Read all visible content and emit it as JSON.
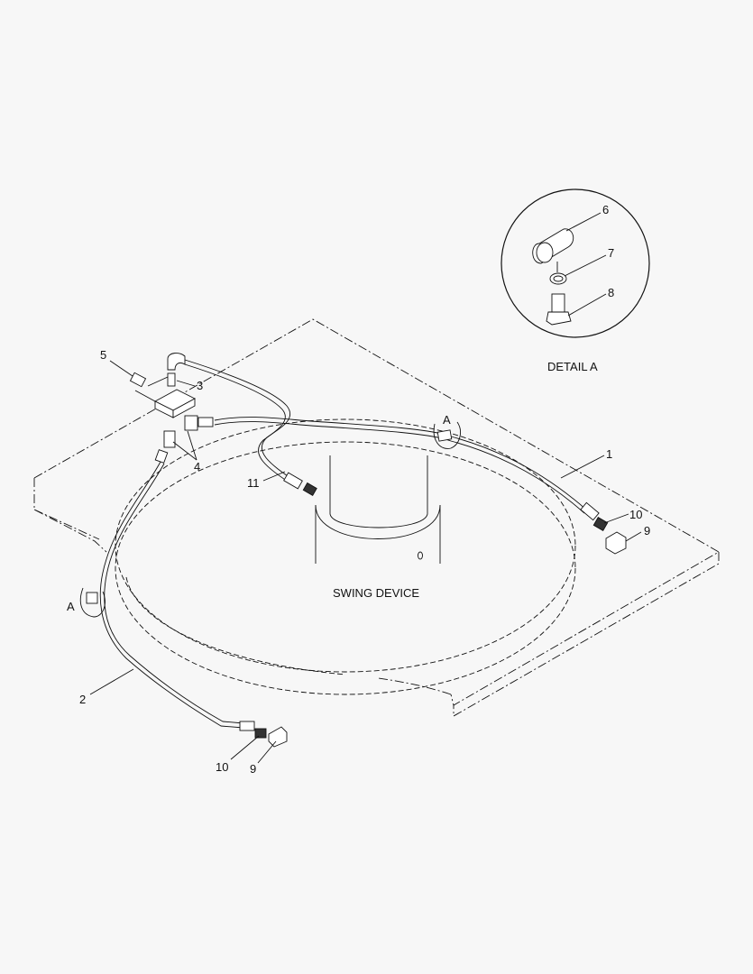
{
  "diagram": {
    "detail_caption": "DETAIL  A",
    "center_caption": "SWING DEVICE",
    "section_marks": [
      "A",
      "A"
    ],
    "callouts": {
      "c1": "1",
      "c2": "2",
      "c3": "3",
      "c4": "4",
      "c5": "5",
      "c6": "6",
      "c7": "7",
      "c8": "8",
      "c9a": "9",
      "c9b": "9",
      "c10a": "10",
      "c10b": "10",
      "c11": "11"
    }
  }
}
